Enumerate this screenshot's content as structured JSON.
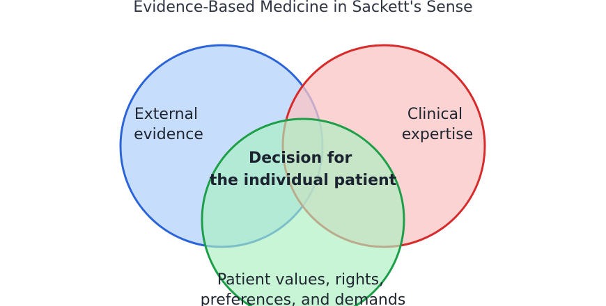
{
  "title": "Evidence-Based Medicine in Sackett's Sense",
  "circles": [
    {
      "id": "external-evidence",
      "label_lines": [
        "External",
        "evidence"
      ],
      "fill": "#bcd8fa",
      "stroke": "#2b64d9"
    },
    {
      "id": "clinical-expertise",
      "label_lines": [
        "Clinical",
        "expertise"
      ],
      "fill": "#fbc4c4",
      "stroke": "#d72b2b"
    },
    {
      "id": "patient-values",
      "label_lines": [
        "Patient values, rights,",
        "preferences, and demands"
      ],
      "fill": "#a9f0c0",
      "stroke": "#1f9e4a"
    }
  ],
  "center": {
    "label_lines": [
      "Decision for",
      "the individual patient"
    ]
  }
}
